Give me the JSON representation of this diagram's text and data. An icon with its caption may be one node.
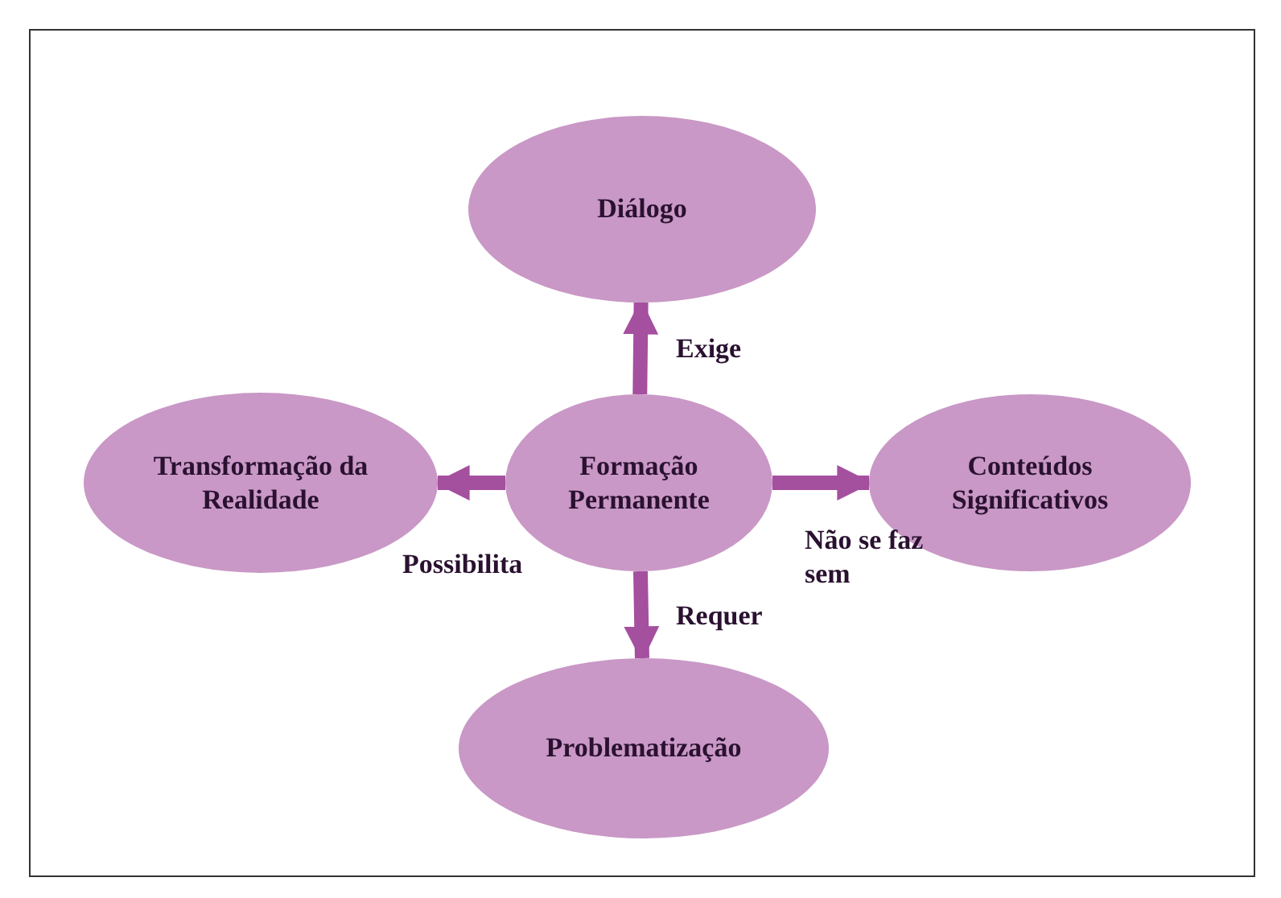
{
  "diagram": {
    "nodes": [
      {
        "text": [
          "Formação Permanente"
        ]
      },
      {
        "text": [
          "Diálogo"
        ]
      },
      {
        "text": [
          "Transformação da Realidade"
        ]
      },
      {
        "text": [
          "Conteúdos Significativos"
        ]
      },
      {
        "text": [
          "Problematização"
        ]
      }
    ],
    "edges": [
      {
        "from": 0,
        "to": 1,
        "arrow": "to",
        "label": "Exige"
      },
      {
        "from": 0,
        "to": 2,
        "arrow": "to",
        "label": "Possibilita"
      },
      {
        "from": 0,
        "to": 3,
        "arrow": "to",
        "label": "Não se faz sem"
      },
      {
        "from": 0,
        "to": 4,
        "arrow": "to",
        "label": "Requer"
      }
    ]
  }
}
